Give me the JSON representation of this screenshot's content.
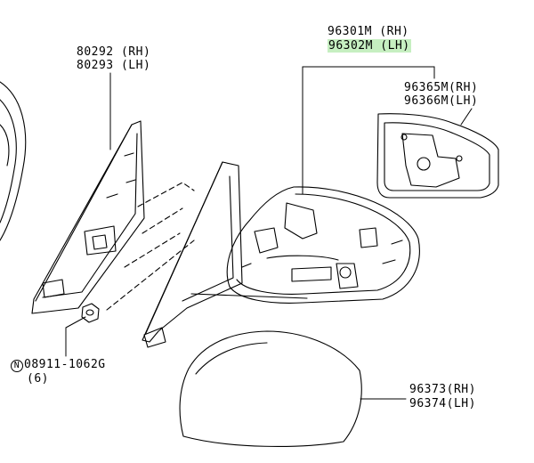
{
  "callouts": {
    "bracket": {
      "rh": "80292 (RH)",
      "lh": "80293 (LH)"
    },
    "mirror_assy": {
      "rh": "96301M (RH)",
      "lh": "96302M (LH)"
    },
    "glass": {
      "rh": "96365M(RH)",
      "lh": "96366M(LH)"
    },
    "cover": {
      "rh": "96373(RH)",
      "lh": "96374(LH)"
    },
    "nut": {
      "symbol": "N",
      "part": "08911-1062G",
      "qty": "(6)"
    }
  },
  "colors": {
    "line": "#000000",
    "highlight": "#c6efc1"
  }
}
